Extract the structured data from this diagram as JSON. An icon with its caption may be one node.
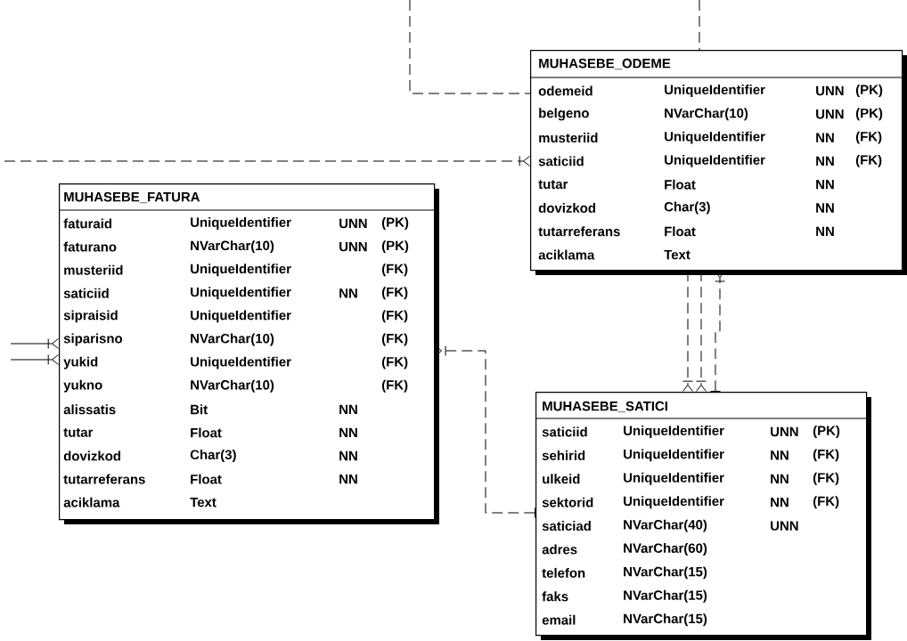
{
  "diagram": {
    "nodes": [
      {
        "text": [
          "MUHASEBE_ODEME",
          "odemeid",
          "UniqueIdentifier",
          "UNN",
          "(PK)",
          "belgeno",
          "NVarChar(10)",
          "UNN",
          "(PK)",
          "musteriid",
          "UniqueIdentifier",
          "NN",
          "(FK)",
          "saticiid",
          "UniqueIdentifier",
          "NN",
          "(FK)",
          "tutar",
          "Float",
          "NN",
          "dovizkod",
          "Char(3)",
          "NN",
          "tutarreferans",
          "Float",
          "NN",
          "aciklama",
          "Text"
        ]
      },
      {
        "text": [
          "MUHASEBE_FATURA",
          "faturaid",
          "UniqueIdentifier",
          "UNN",
          "(PK)",
          "faturano",
          "NVarChar(10)",
          "UNN",
          "(PK)",
          "musteriid",
          "UniqueIdentifier",
          "(FK)",
          "saticiid",
          "UniqueIdentifier",
          "NN",
          "(FK)",
          "sipraisid",
          "UniqueIdentifier",
          "(FK)",
          "siparisno",
          "NVarChar(10)",
          "(FK)",
          "yukid",
          "UniqueIdentifier",
          "(FK)",
          "yukno",
          "NVarChar(10)",
          "(FK)",
          "alissatis",
          "Bit",
          "NN",
          "tutar",
          "Float",
          "NN",
          "dovizkod",
          "Char(3)",
          "NN",
          "tutarreferans",
          "Float",
          "NN",
          "aciklama",
          "Text"
        ]
      },
      {
        "text": [
          "MUHASEBE_SATICI",
          "saticiid",
          "UniqueIdentifier",
          "UNN",
          "(PK)",
          "sehirid",
          "UniqueIdentifier",
          "NN",
          "(FK)",
          "ulkeid",
          "UniqueIdentifier",
          "NN",
          "(FK)",
          "sektorid",
          "UniqueIdentifier",
          "NN",
          "(FK)",
          "saticiad",
          "NVarChar(40)",
          "UNN",
          "adres",
          "NVarChar(60)",
          "telefon",
          "NVarChar(15)",
          "faks",
          "NVarChar(15)",
          "email",
          "NVarChar(15)"
        ]
      }
    ],
    "edges": [
      {
        "from": null,
        "to": 0,
        "arrow": "none",
        "style": "dashed"
      },
      {
        "from": null,
        "to": 0,
        "arrow": "none",
        "style": "dashed"
      },
      {
        "from": null,
        "to": 0,
        "arrow": "other",
        "style": "dashed"
      },
      {
        "from": null,
        "to": 1,
        "arrow": "other"
      },
      {
        "from": null,
        "to": 1,
        "arrow": "other"
      },
      {
        "from": 1,
        "to": 2,
        "arrow": "other",
        "style": "dashed"
      },
      {
        "from": 0,
        "to": 2,
        "arrow": "other",
        "style": "dashed"
      },
      {
        "from": 0,
        "to": 2,
        "arrow": "other",
        "style": "dashed"
      },
      {
        "from": 0,
        "to": 2,
        "arrow": "other",
        "style": "dashed"
      }
    ]
  }
}
